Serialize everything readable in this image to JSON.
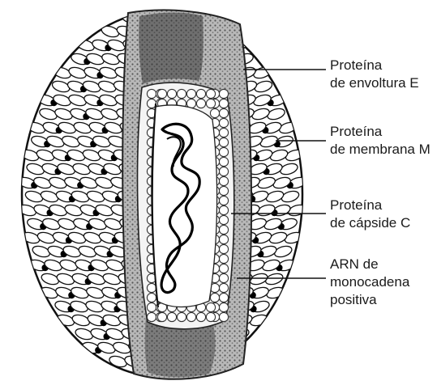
{
  "diagram": {
    "labels": [
      {
        "id": "envelope-protein",
        "lines": [
          "Proteína",
          "de envoltura E"
        ]
      },
      {
        "id": "membrane-protein",
        "lines": [
          "Proteína",
          "de membrana M"
        ]
      },
      {
        "id": "capsid-protein",
        "lines": [
          "Proteína",
          "de cápside C"
        ]
      },
      {
        "id": "rna",
        "lines": [
          "ARN de",
          "monocadena",
          "positiva"
        ]
      }
    ]
  }
}
